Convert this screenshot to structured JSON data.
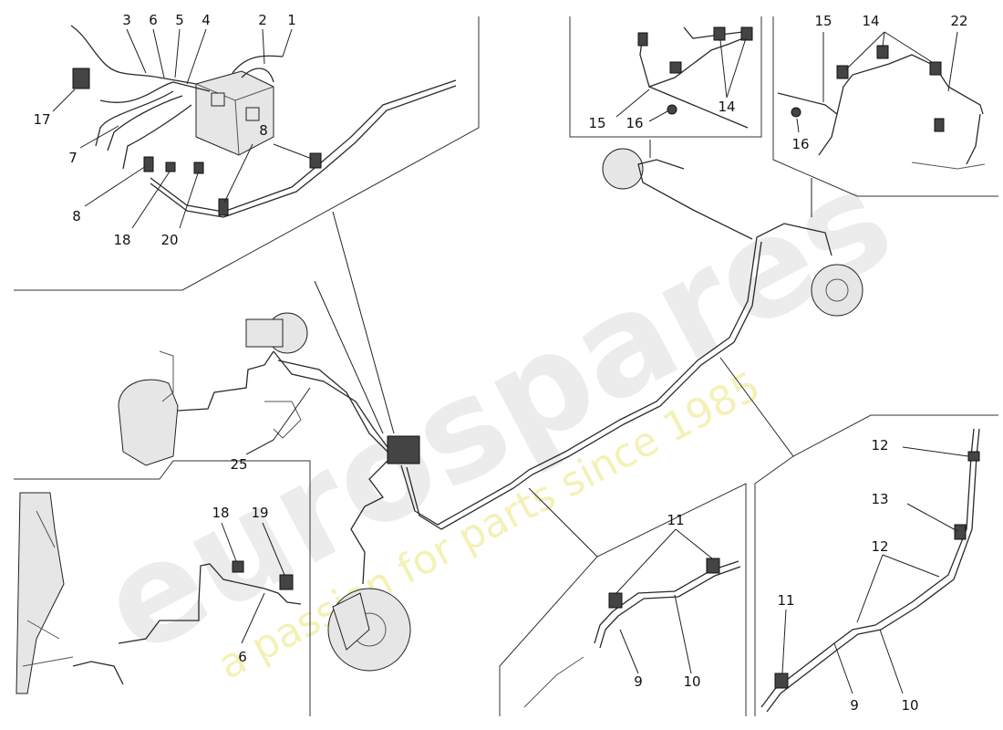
{
  "watermark": {
    "brand": "eurospares",
    "tagline": "a passion for parts since 1985"
  },
  "colors": {
    "line": "#2a2a2a",
    "watermark_brand": "#e9e9e9",
    "watermark_tagline": "#f3f0b0"
  },
  "callouts": {
    "p1": "1",
    "p2": "2",
    "p3": "3",
    "p4": "4",
    "p5": "5",
    "p6a": "6",
    "p7": "7",
    "p8a": "8",
    "p8b": "8",
    "p17": "17",
    "p18a": "18",
    "p20": "20",
    "p15a": "15",
    "p16a": "16",
    "p14a": "14",
    "p15b": "15",
    "p14b": "14",
    "p22": "22",
    "p16b": "16",
    "p25": "25",
    "p18b": "18",
    "p19": "19",
    "p6b": "6",
    "p11a": "11",
    "p9a": "9",
    "p10a": "10",
    "p12a": "12",
    "p13": "13",
    "p12b": "12",
    "p11b": "11",
    "p9b": "9",
    "p10b": "10"
  }
}
